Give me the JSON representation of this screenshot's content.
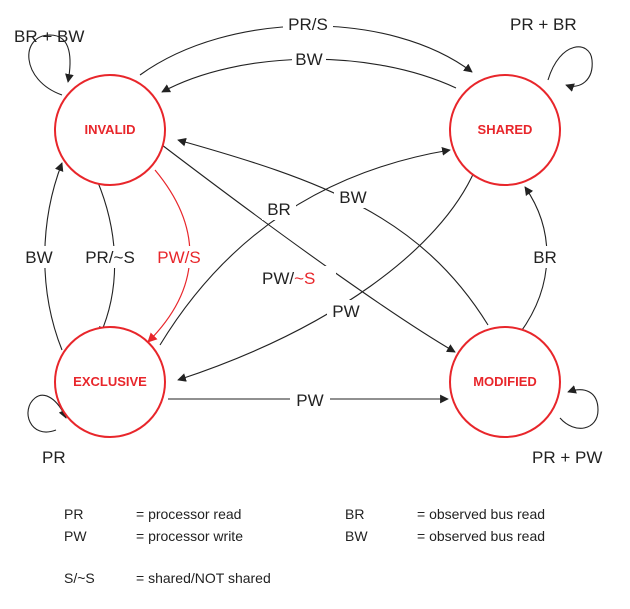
{
  "states": {
    "invalid": "INVALID",
    "shared": "SHARED",
    "exclusive": "EXCLUSIVE",
    "modified": "MODIFIED"
  },
  "edges": {
    "invalid_self": "BR + BW",
    "shared_self": "PR + BR",
    "exclusive_self": "PR",
    "modified_self": "PR + PW",
    "invalid_to_shared": "PR/S",
    "shared_to_invalid": "BW",
    "exclusive_to_invalid": "BW",
    "invalid_to_exclusive_read": "PR/~S",
    "invalid_to_exclusive_write": "PW/S",
    "exclusive_to_shared": "BR",
    "modified_to_invalid": "BW",
    "invalid_to_modified_prefix": "PW/",
    "invalid_to_modified_suffix": "~S",
    "shared_to_exclusive": "PW",
    "exclusive_to_modified": "PW",
    "modified_to_shared": "BR"
  },
  "legend": [
    {
      "abbr": "PR",
      "desc": "= processor read"
    },
    {
      "abbr": "PW",
      "desc": "= processor write"
    },
    {
      "abbr": "BR",
      "desc": "= observed bus read"
    },
    {
      "abbr": "BW",
      "desc": "= observed bus read"
    },
    {
      "abbr": "S/~S",
      "desc": "= shared/NOT shared"
    }
  ],
  "colors": {
    "accent": "#e8262b",
    "ink": "#222222",
    "background": "#ffffff"
  }
}
